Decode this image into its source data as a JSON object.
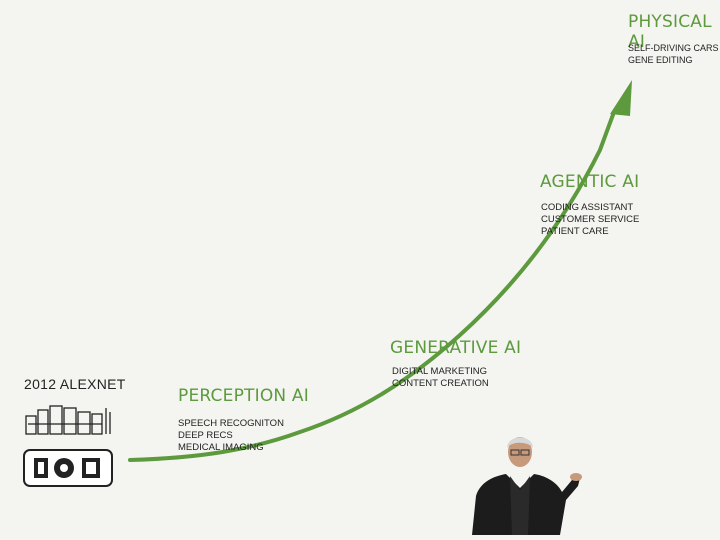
{
  "accent": "#5c9a3d",
  "start": {
    "label": "2012 ALEXNET"
  },
  "stages": [
    {
      "title": "PERCEPTION AI",
      "items": [
        "SPEECH RECOGNITON",
        "DEEP RECS",
        "MEDICAL IMAGING"
      ]
    },
    {
      "title": "GENERATIVE AI",
      "items": [
        "DIGITAL MARKETING",
        "CONTENT CREATION"
      ]
    },
    {
      "title": "AGENTIC AI",
      "items": [
        "CODING ASSISTANT",
        "CUSTOMER SERVICE",
        "PATIENT CARE"
      ]
    },
    {
      "title": "PHYSICAL AI",
      "items": [
        "SELF-DRIVING CARS",
        "GENE EDITING"
      ]
    }
  ]
}
